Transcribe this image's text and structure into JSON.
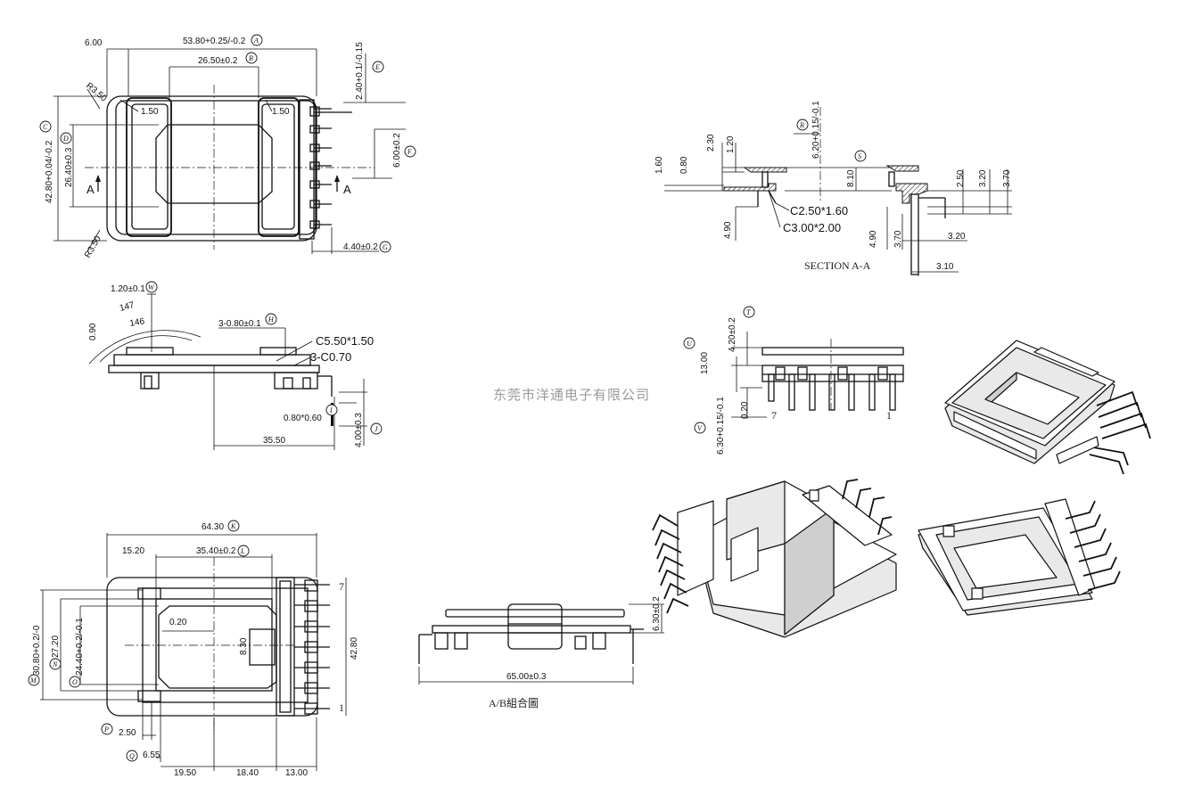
{
  "watermark": "东莞市洋通电子有限公司",
  "top_view": {
    "dims": [
      "6.00",
      "53.80+0.25/-0.2",
      "26.50±0.2",
      "2.40+0.1/-0.15",
      "R3.50",
      "1.50",
      "1.50",
      "42.80+0.04/-0.2",
      "26.40±0.3",
      "6.00±0.2",
      "R3.50",
      "4.40±0.2",
      "A",
      "A"
    ],
    "refs": [
      "A",
      "B",
      "E",
      "C",
      "D",
      "F",
      "G"
    ]
  },
  "side_view": {
    "dims": [
      "1.20±0.1",
      "147",
      "146",
      "0.90",
      "3-0.80±0.1",
      "C5.50*1.50",
      "3-C0.70",
      "0.80*0.60",
      "4.00±0.3",
      "35.50"
    ],
    "refs": [
      "W",
      "H",
      "I",
      "J"
    ]
  },
  "bottom_view": {
    "dims": [
      "64.30",
      "15.20",
      "35.40±0.2",
      "0.20",
      "8.30",
      "42.80",
      "30.80+0.2/-0",
      "27.20",
      "24.40+0.2/-0.1",
      "2.50",
      "6.55",
      "19.50",
      "18.40",
      "13.00"
    ],
    "pins": [
      "7",
      "1"
    ],
    "refs": [
      "K",
      "L",
      "M",
      "N",
      "O",
      "P",
      "Q"
    ]
  },
  "assembly": {
    "dims": [
      "6.30±0.2",
      "65.00±0.3"
    ],
    "caption": "A/B組合圖"
  },
  "section": {
    "dims": [
      "6.20+0.15/-0.1",
      "2.30",
      "1.20",
      "1.60",
      "0.80",
      "8.10",
      "2.50",
      "3.20",
      "3.70",
      "C2.50*1.60",
      "C3.00*2.00",
      "4.90",
      "4.90",
      "3.70",
      "3.20",
      "3.10"
    ],
    "refs": [
      "R",
      "S"
    ],
    "title": "SECTION A-A"
  },
  "front_view": {
    "dims": [
      "4.20±0.2",
      "13.00",
      "0.20",
      "6.30+0.15/-0.1"
    ],
    "pins": [
      "7",
      "1"
    ],
    "refs": [
      "T",
      "U",
      "V"
    ]
  },
  "iso_views": {
    "names": [
      "iso-bobbin-top",
      "iso-assembly",
      "iso-bobbin-bottom"
    ]
  }
}
